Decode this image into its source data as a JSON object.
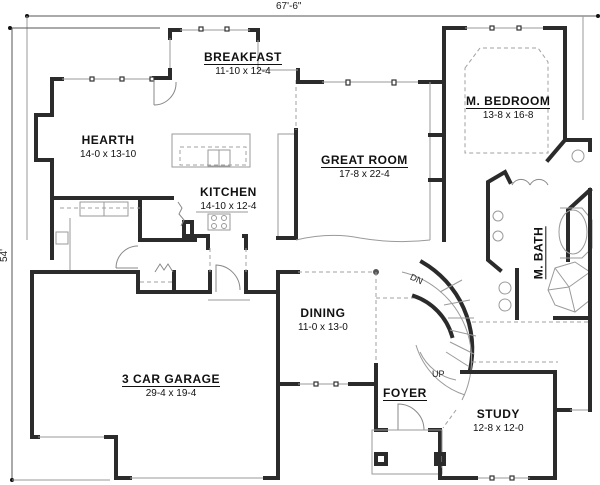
{
  "plan": {
    "overall_width": "67'-6\"",
    "overall_depth": "54'",
    "rooms": [
      {
        "name": "BREAKFAST",
        "size": "11-10 x 12-4"
      },
      {
        "name": "HEARTH",
        "size": "14-0 x 13-10"
      },
      {
        "name": "KITCHEN",
        "size": "14-10 x 12-4"
      },
      {
        "name": "GREAT ROOM",
        "size": "17-8 x 22-4"
      },
      {
        "name": "M. BEDROOM",
        "size": "13-8 x 16-8"
      },
      {
        "name": "M. BATH",
        "size": ""
      },
      {
        "name": "DINING",
        "size": "11-0 x 13-0"
      },
      {
        "name": "3 CAR GARAGE",
        "size": "29-4 x 19-4"
      },
      {
        "name": "FOYER",
        "size": ""
      },
      {
        "name": "STUDY",
        "size": "12-8 x 12-0"
      }
    ],
    "stairs": {
      "down_label": "DN",
      "up_label": "UP"
    }
  }
}
